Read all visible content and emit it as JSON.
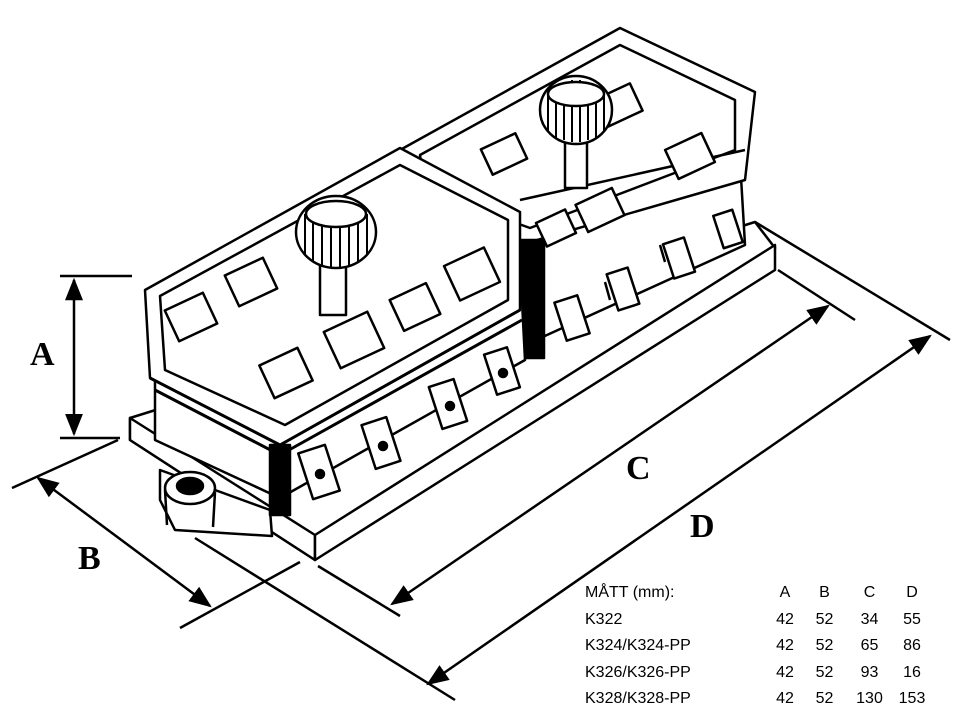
{
  "dimension_labels": {
    "a": "A",
    "b": "B",
    "c": "C",
    "d": "D"
  },
  "table": {
    "header": {
      "title": "MÅTT (mm):",
      "cols": [
        "A",
        "B",
        "C",
        "D"
      ]
    },
    "rows": [
      {
        "model": "K322",
        "values": [
          "42",
          "52",
          "34",
          "55"
        ]
      },
      {
        "model": "K324/K324-PP",
        "values": [
          "42",
          "52",
          "65",
          "86"
        ]
      },
      {
        "model": "K326/K326-PP",
        "values": [
          "42",
          "52",
          "93",
          "16"
        ]
      },
      {
        "model": "K328/K328-PP",
        "values": [
          "42",
          "52",
          "130",
          "153"
        ]
      }
    ]
  }
}
